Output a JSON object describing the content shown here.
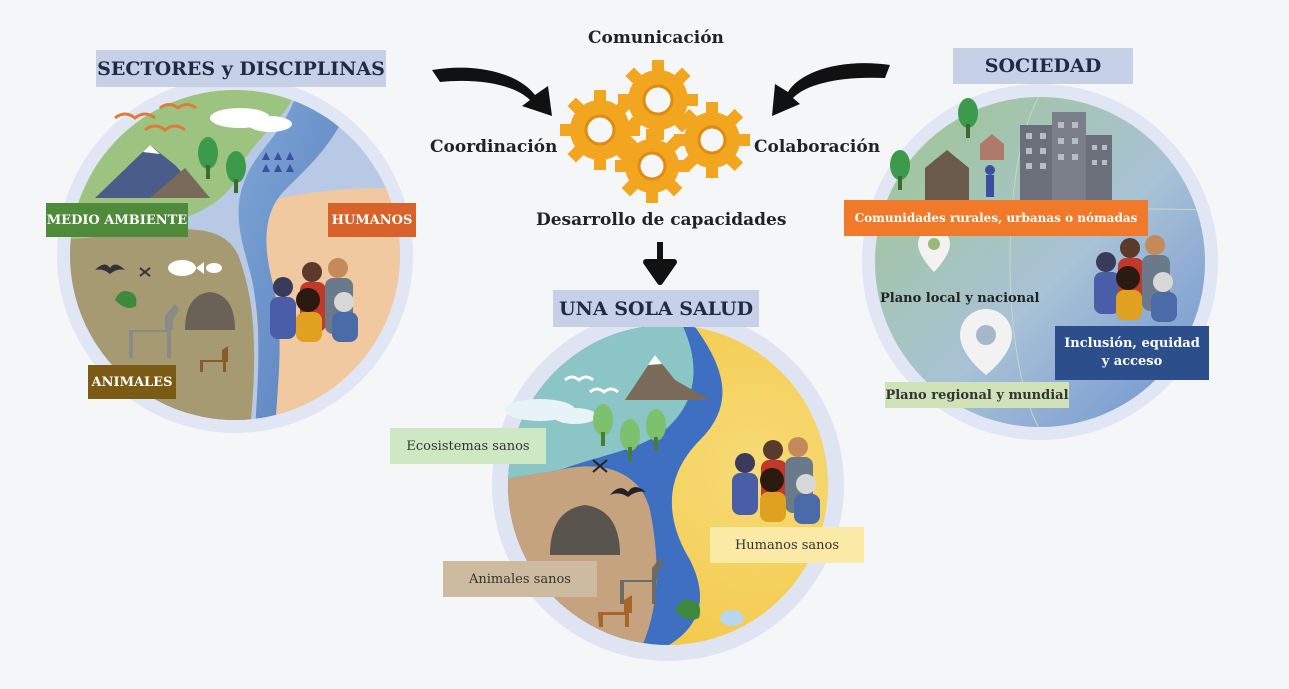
{
  "left": {
    "title": "SECTORES y DISCIPLINAS",
    "environment": "MEDIO AMBIENTE",
    "humans": "HUMANOS",
    "animals": "ANIMALES"
  },
  "center": {
    "communication": "Comunicación",
    "coordination": "Coordinación",
    "collaboration": "Colaboración",
    "capacity": "Desarrollo de capacidades",
    "title": "UNA SOLA SALUD",
    "ecosystems": "Ecosistemas sanos",
    "healthy_humans": "Humanos sanos",
    "healthy_animals": "Animales sanos"
  },
  "right": {
    "title": "SOCIEDAD",
    "communities": "Comunidades rurales, urbanas o nómadas",
    "local": "Plano local y nacional",
    "inclusion": "Inclusión, equidad y acceso",
    "regional": "Plano regional y mundial"
  },
  "colors": {
    "title_bg": "#c6d0e6",
    "green": "#4f8a3a",
    "orange": "#d9622b",
    "brown": "#7a5a14",
    "gear": "#f2a51f",
    "light_green": "#cfe8c4",
    "light_yellow": "#fbe9a6",
    "tan": "#cdbb9f",
    "navy": "#2c4f8c"
  }
}
